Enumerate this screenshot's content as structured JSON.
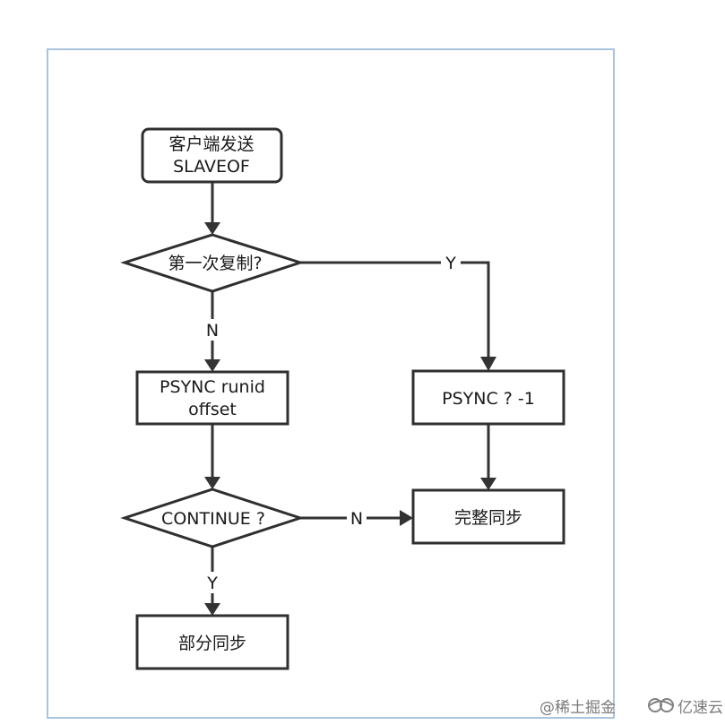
{
  "nodes": {
    "start_line1": "客户端发送",
    "start_line2": "SLAVEOF",
    "first_copy": "第一次复制?",
    "psync_runid_line1": "PSYNC runid",
    "psync_runid_line2": "offset",
    "psync_minus1": "PSYNC  ? -1",
    "continue": "CONTINUE ?",
    "full_sync": "完整同步",
    "partial_sync": "部分同步"
  },
  "edges": {
    "first_copy_yes": "Y",
    "first_copy_no": "N",
    "continue_no": "N",
    "continue_yes": "Y"
  },
  "watermarks": {
    "juejin": "@稀土掘金",
    "yisu": "亿速云"
  }
}
